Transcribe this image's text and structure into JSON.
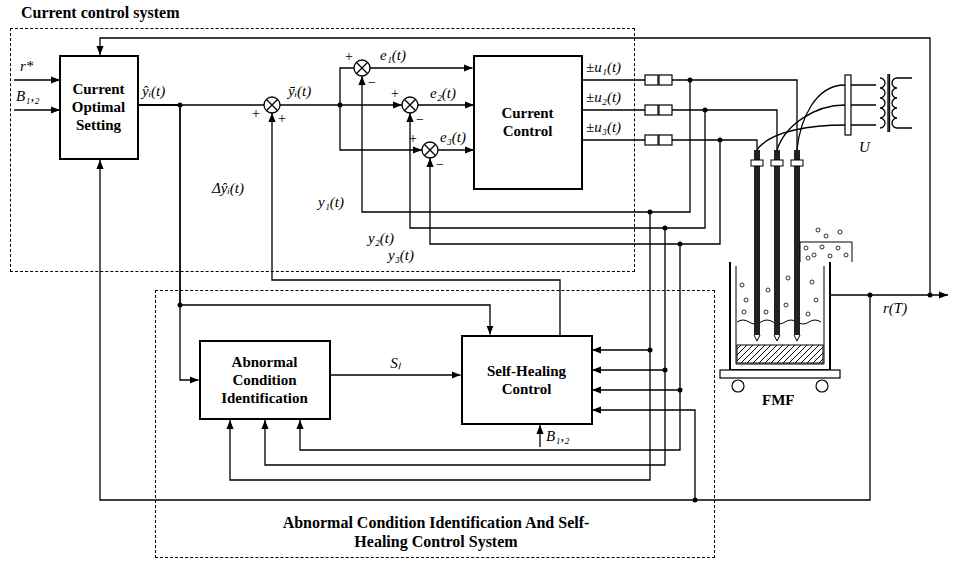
{
  "diagram": {
    "nodes": [
      {
        "text": [
          "Current control system"
        ]
      },
      {
        "text": [
          "Current Optimal Setting"
        ],
        "in": 0
      },
      {
        "text": [
          "Current Control"
        ],
        "in": 0
      },
      {
        "text": [
          "Abnormal Condition Identification And Self-Healing Control System"
        ]
      },
      {
        "text": [
          "Abnormal Condition Identification"
        ],
        "in": 3
      },
      {
        "text": [
          "Self-Healing Control"
        ],
        "in": 3
      }
    ],
    "edges": [
      {
        "from": 1,
        "to": 2,
        "arrow": "to"
      },
      {
        "from": 1,
        "to": 4,
        "arrow": "to"
      },
      {
        "from": 1,
        "to": 5,
        "arrow": "to"
      },
      {
        "from": 4,
        "to": 5,
        "label": "Sₗ",
        "arrow": "to"
      }
    ],
    "labels": [
      "r*",
      "B₁,₂",
      "ŷᵢ(t)",
      "ȳᵢ(t)",
      "+",
      "+",
      "e₁(t)",
      "+",
      "−",
      "e₂(t)",
      "+",
      "−",
      "e₃(t)",
      "+",
      "−",
      "±u₁(t)",
      "±u₂(t)",
      "±u₃(t)",
      "y₁(t)",
      "y₂(t)",
      "y₃(t)",
      "Δŷᵢ(t)",
      "U",
      "r(T)",
      "FMF",
      "B₁,₂"
    ]
  }
}
